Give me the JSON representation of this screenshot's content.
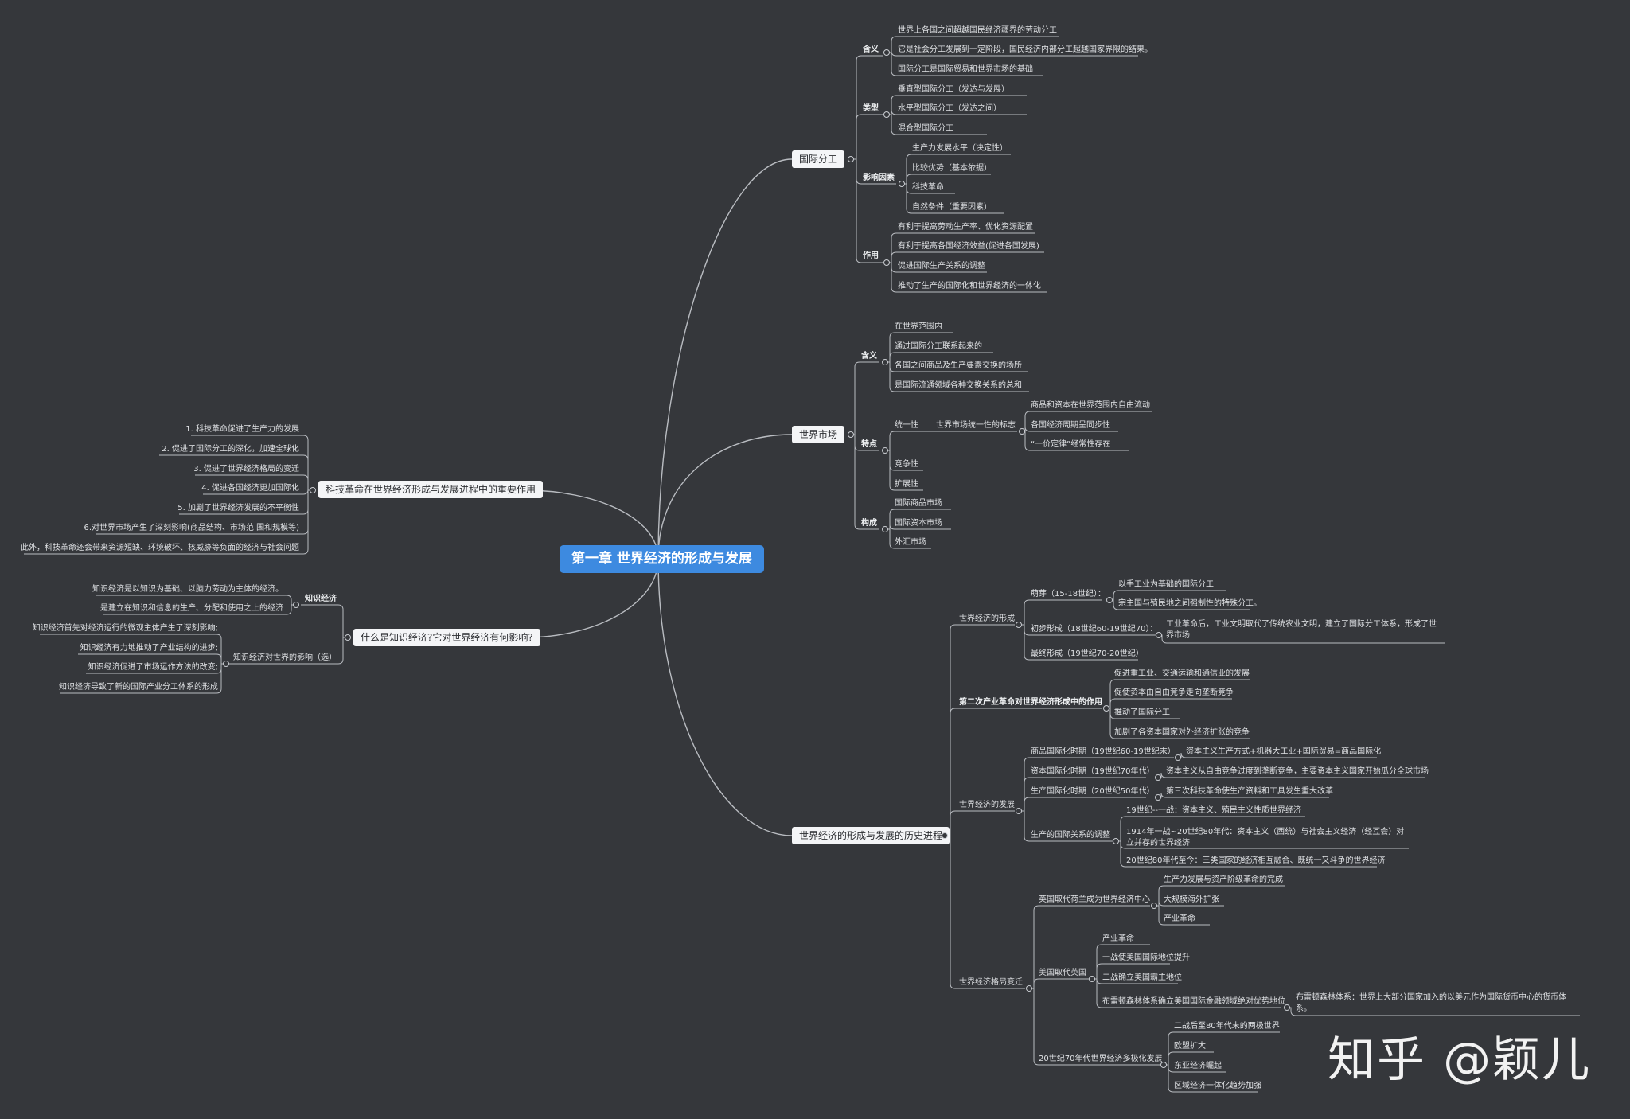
{
  "title": "第一章 世界经济的形成与发展",
  "watermark": "知乎 @颖儿",
  "colors": {
    "background": "#35373b",
    "center": "#3d8ae0",
    "lines": "#b9bcc1"
  },
  "branches": {
    "intl_division": {
      "label": "国际分工",
      "meaning": {
        "label": "含义",
        "items": [
          "世界上各国之间超越国民经济疆界的劳动分工",
          "它是社会分工发展到一定阶段，国民经济内部分工超越国家界限的结果。",
          "国际分工是国际贸易和世界市场的基础"
        ]
      },
      "types": {
        "label": "类型",
        "items": [
          "垂直型国际分工（发达与发展）",
          "水平型国际分工（发达之间）",
          "混合型国际分工"
        ]
      },
      "factors": {
        "label": "影响因素",
        "items": [
          "生产力发展水平（决定性）",
          "比较优势（基本依据）",
          "科技革命",
          "自然条件（重要因素）"
        ]
      },
      "effects": {
        "label": "作用",
        "items": [
          "有利于提高劳动生产率、优化资源配置",
          "有利于提高各国经济效益(促进各国发展)",
          "促进国际生产关系的调整",
          "推动了生产的国际化和世界经济的一体化"
        ]
      }
    },
    "world_market": {
      "label": "世界市场",
      "meaning": {
        "label": "含义",
        "items": [
          "在世界范围内",
          "通过国际分工联系起来的",
          "各国之间商品及生产要素交换的场所",
          "是国际流通领域各种交换关系的总和"
        ]
      },
      "features": {
        "label": "特点",
        "unity": {
          "label": "统一性",
          "sign": "世界市场统一性的标志",
          "items": [
            "商品和资本在世界范围内自由流动",
            "各国经济周期呈同步性",
            "“一价定律”经常性存在"
          ]
        },
        "others": [
          "竞争性",
          "扩展性"
        ]
      },
      "structure": {
        "label": "构成",
        "items": [
          "国际商品市场",
          "国际资本市场",
          "外汇市场"
        ]
      }
    },
    "history": {
      "label": "世界经济的形成与发展的历史进程",
      "formation": {
        "label": "世界经济的形成",
        "sprout": {
          "label": "萌芽（15-18世纪）：",
          "items": [
            "以手工业为基础的国际分工",
            "宗主国与殖民地之间强制性的特殊分工。"
          ]
        },
        "initial": {
          "label": "初步形成（18世纪60-19世纪70）：",
          "items": [
            "工业革命后，工业文明取代了传统农业文明，建立了国际分工体系，形成了世界市场"
          ]
        },
        "final": "最终形成（19世纪70-20世纪）"
      },
      "second_rev": {
        "label": "第二次产业革命对世界经济形成中的作用",
        "items": [
          "促进重工业、交通运输和通信业的发展",
          "促使资本由自由竞争走向垄断竞争",
          "推动了国际分工",
          "加剧了各资本国家对外经济扩张的竞争"
        ]
      },
      "development": {
        "label": "世界经济的发展",
        "periods": [
          {
            "label": "商品国际化时期（19世纪60-19世纪末）",
            "item": "资本主义生产方式+机器大工业+国际贸易=商品国际化"
          },
          {
            "label": "资本国际化时期（19世纪70年代）",
            "item": "资本主义从自由竞争过度到垄断竞争，主要资本主义国家开始瓜分全球市场"
          },
          {
            "label": "生产国际化时期（20世纪50年代）",
            "item": "第三次科技革命使生产资料和工具发生重大改革"
          }
        ],
        "relations": {
          "label": "生产的国际关系的调整",
          "items": [
            "19世纪--一战：资本主义、殖民主义性质世界经济",
            "1914年一战~20世纪80年代：资本主义（西统）与社会主义经济（经互会）对立并存的世界经济",
            "20世纪80年代至今：三类国家的经济相互融合、既统一又斗争的世界经济"
          ]
        }
      },
      "pattern": {
        "label": "世界经济格局变迁",
        "britain": {
          "label": "英国取代荷兰成为世界经济中心",
          "items": [
            "生产力发展与资产阶级革命的完成",
            "大规模海外扩张",
            "产业革命"
          ]
        },
        "usa": {
          "label": "美国取代英国",
          "items": [
            "产业革命",
            "一战使美国国际地位提升",
            "二战确立美国霸主地位",
            "布雷顿森林体系确立美国国际金融领域绝对优势地位"
          ],
          "bw_note": "布雷顿森林体系：世界上大部分国家加入的以美元作为国际货币中心的货币体系。"
        },
        "multipolar": {
          "label": "20世纪70年代世界经济多极化发展",
          "items": [
            "二战后至80年代末的两极世界",
            "欧盟扩大",
            "东亚经济崛起",
            "区域经济一体化趋势加强"
          ]
        }
      }
    },
    "tech_rev": {
      "label": "科技革命在世界经济形成与发展进程中的重要作用",
      "items": [
        "1. 科技革命促进了生产力的发展",
        "2. 促进了国际分工的深化，加速全球化",
        "3. 促进了世界经济格局的变迁",
        "4. 促进各国经济更加国际化",
        "5. 加剧了世界经济发展的不平衡性",
        "6.对世界市场产生了深刻影响(商品结构、市场范 围和规模等)",
        "此外，科技革命还会带来资源短缺、环境破坏、核威胁等负面的经济与社会问题"
      ]
    },
    "knowledge": {
      "label": "什么是知识经济?它对世界经济有何影响?",
      "def": {
        "label": "知识经济",
        "items": [
          "知识经济是以知识为基础、以脑力劳动为主体的经济。",
          "是建立在知识和信息的生产、分配和使用之上的经济"
        ]
      },
      "impact": {
        "label": "知识经济对世界的影响（选）",
        "items": [
          "知识经济首先对经济运行的微观主体产生了深刻影响;",
          "知识经济有力地推动了产业结构的进步;",
          "知识经济促进了市场运作方法的改变;",
          "知识经济导致了新的国际产业分工体系的形成"
        ]
      }
    }
  }
}
